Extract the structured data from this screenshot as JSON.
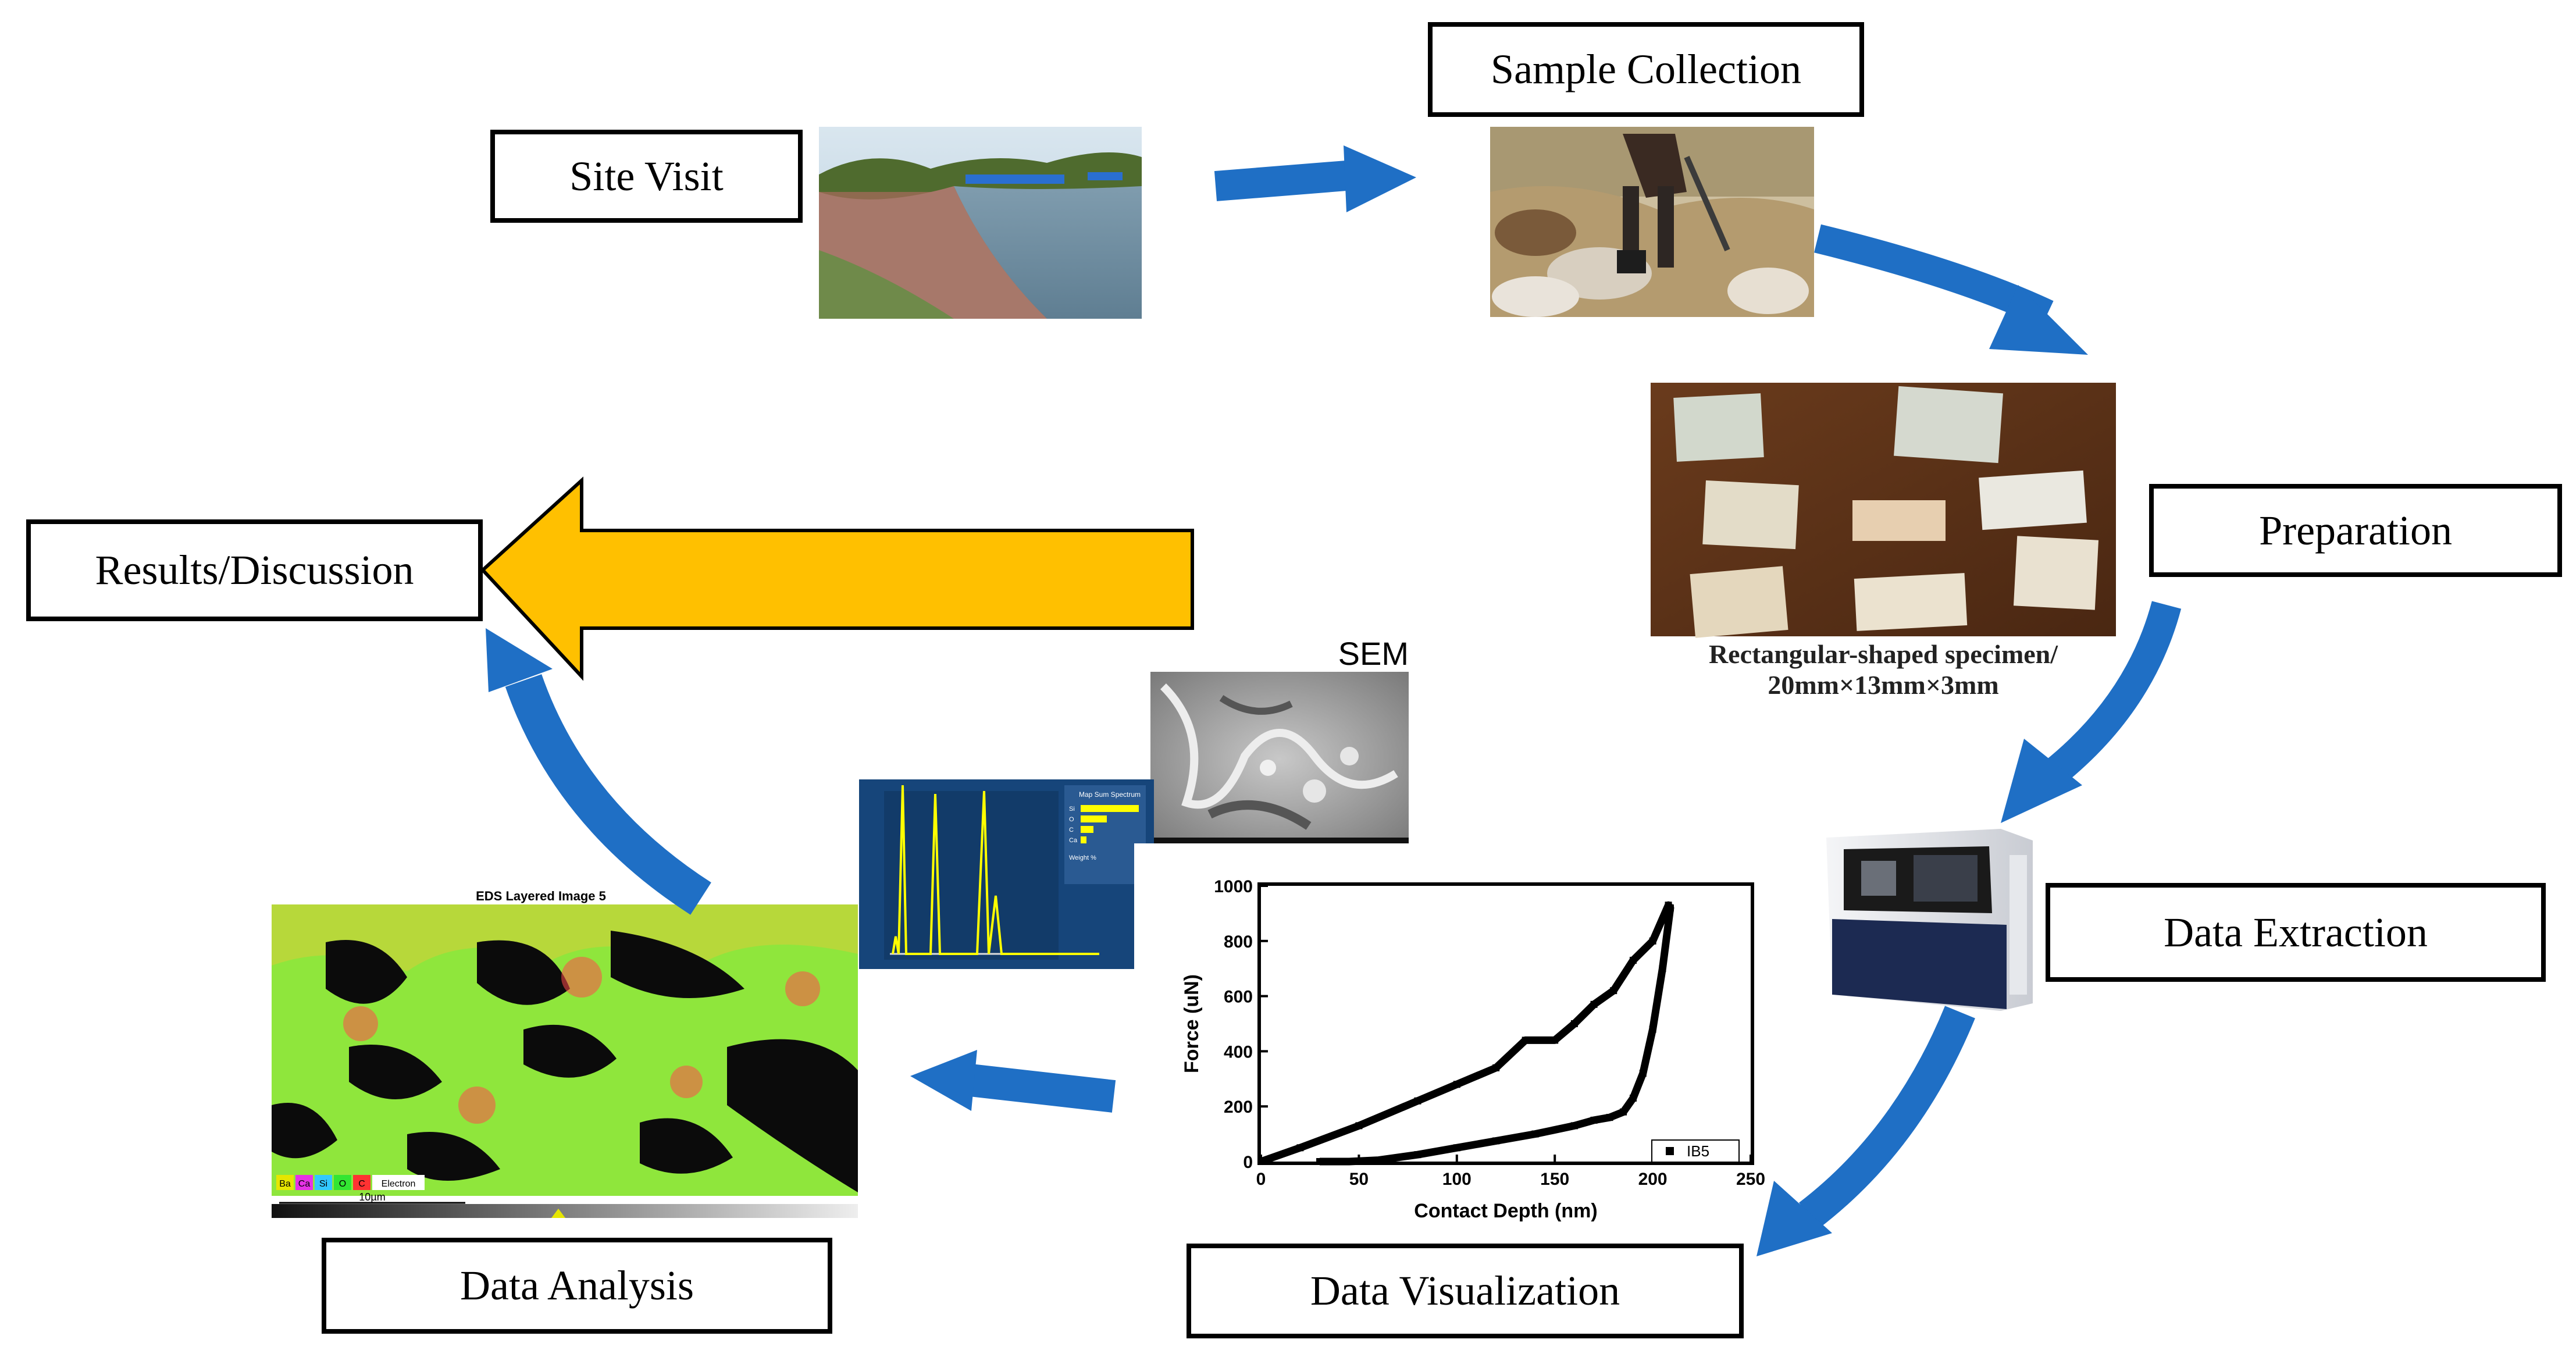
{
  "stages": {
    "site_visit": "Site Visit",
    "sample_collection": "Sample Collection",
    "preparation": "Preparation",
    "data_extraction": "Data Extraction",
    "data_visualization": "Data Visualization",
    "data_analysis": "Data Analysis",
    "results_discussion": "Results/Discussion"
  },
  "specimen_caption": {
    "line1": "Rectangular-shaped  specimen/",
    "line2": "20mm×13mm×3mm"
  },
  "sem_label": "SEM",
  "eds": {
    "title": "EDS Layered Image 5",
    "scale": "10µm",
    "legend": [
      "Ba",
      "Ca",
      "Si",
      "O",
      "C",
      "Electron"
    ],
    "legend_colors": [
      "#e6e600",
      "#e632e6",
      "#32c8ff",
      "#32e632",
      "#ff3232",
      "#ffffff"
    ]
  },
  "spectrum": {
    "panel_title": "Map Sum Spectrum",
    "weight_label": "Weight %",
    "rows": [
      "Si",
      "O",
      "C",
      "Ca"
    ]
  },
  "chart_data": {
    "type": "line",
    "xlabel": "Contact Depth (nm)",
    "ylabel": "Force (uN)",
    "xlim": [
      0,
      250
    ],
    "ylim": [
      0,
      1000
    ],
    "xticks": [
      0,
      50,
      100,
      150,
      200,
      250
    ],
    "yticks": [
      0,
      200,
      400,
      600,
      800,
      1000
    ],
    "legend": "top-right",
    "series": [
      {
        "name": "IB5",
        "x": [
          0,
          20,
          50,
          80,
          100,
          120,
          135,
          150,
          160,
          170,
          180,
          190,
          200,
          208,
          209,
          205,
          200,
          195,
          190,
          185,
          178,
          170,
          160,
          140,
          120,
          100,
          80,
          60,
          45,
          30
        ],
        "y": [
          0,
          50,
          130,
          220,
          280,
          340,
          440,
          440,
          500,
          570,
          620,
          730,
          800,
          930,
          920,
          700,
          480,
          320,
          230,
          180,
          160,
          150,
          130,
          100,
          75,
          50,
          25,
          5,
          0,
          0
        ]
      }
    ]
  },
  "colors": {
    "arrow_blue": "#1f6fc5",
    "arrow_gold": "#ffc000"
  }
}
